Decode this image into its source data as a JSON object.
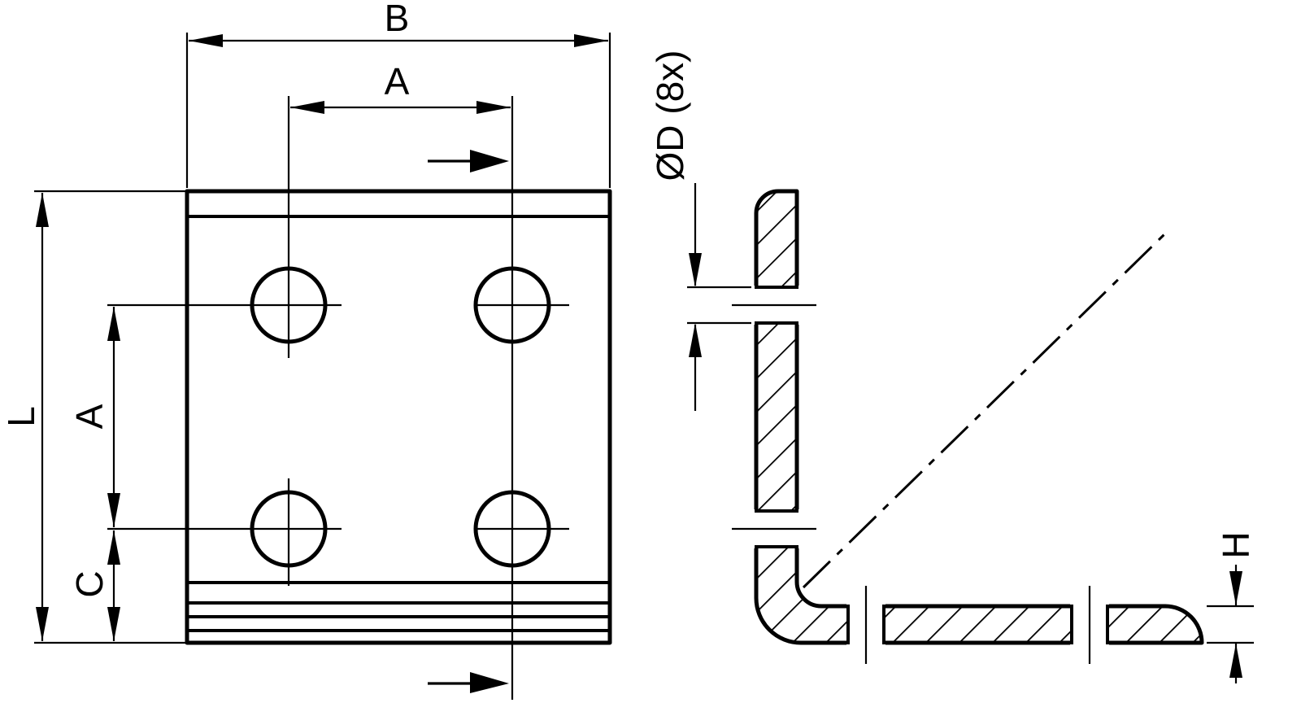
{
  "drawing": {
    "background_color": "#ffffff",
    "line_color": "#000000",
    "front_view": {
      "dim_width_label": "B",
      "dim_hole_spacing_h_label": "A",
      "dim_height_label": "L",
      "dim_hole_spacing_v_label": "A",
      "dim_edge_offset_label": "C"
    },
    "side_view": {
      "dim_hole_diameter_label": "ØD (8x)",
      "dim_thickness_label": "H"
    }
  }
}
